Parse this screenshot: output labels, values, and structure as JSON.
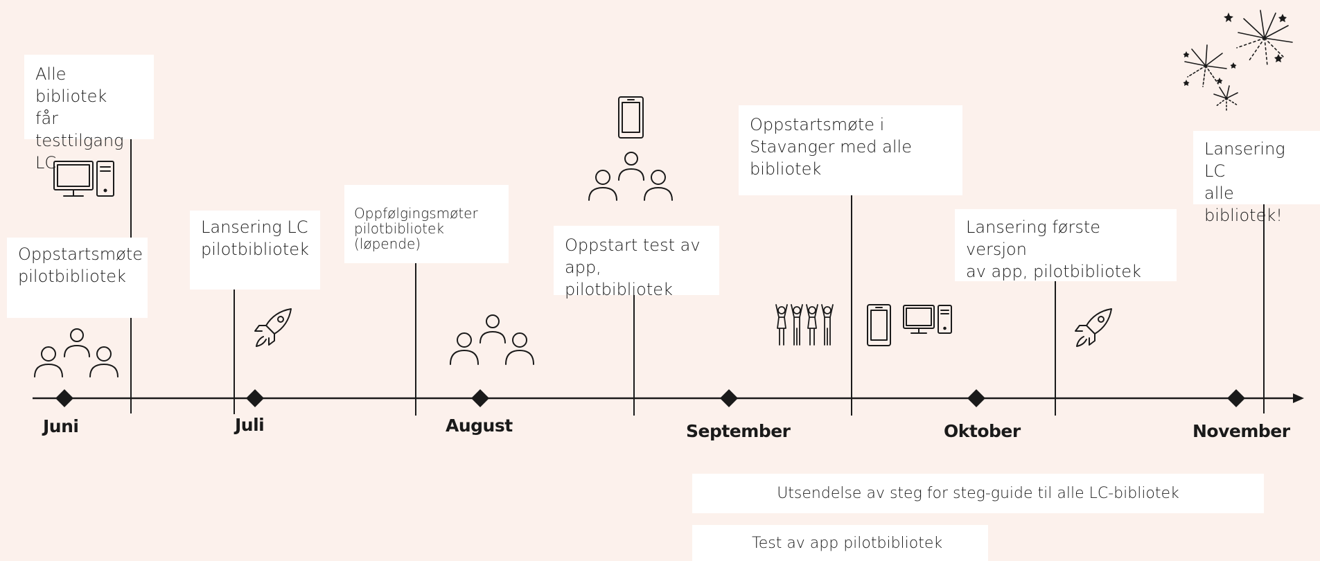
{
  "colors": {
    "background": "#fcf1ec",
    "box": "#ffffff",
    "line": "#1a1a1a"
  },
  "months": [
    "Juni",
    "Juli",
    "August",
    "September",
    "Oktober",
    "November"
  ],
  "milestones": {
    "testtilgang": "Alle bibliotek\nfår testtilgang\nLC",
    "oppstart_pilot": "Oppstartsmøte\npilotbibliotek",
    "lansering_pilot": "Lansering LC\npilotbibliotek",
    "oppfolging": "Oppfølgingsmøter\npilotbibliotek\n(løpende)",
    "oppstart_test": "Oppstart test av\napp, pilotbibliotek",
    "stavanger": "Oppstartsmøte i\nStavanger med alle\nbibliotek",
    "lansering_app": "Lansering første versjon\nav app, pilotbibliotek",
    "lansering_alle": "Lansering LC\nalle bibliotek!"
  },
  "bars": {
    "guide": "Utsendelse av steg for steg-guide til alle LC-bibliotek",
    "test_app": "Test av app pilotbibliotek"
  },
  "icons": [
    "computer-icon",
    "people-icon",
    "rocket-icon",
    "phone-icon",
    "celebrating-people-icon",
    "fireworks-icon"
  ]
}
